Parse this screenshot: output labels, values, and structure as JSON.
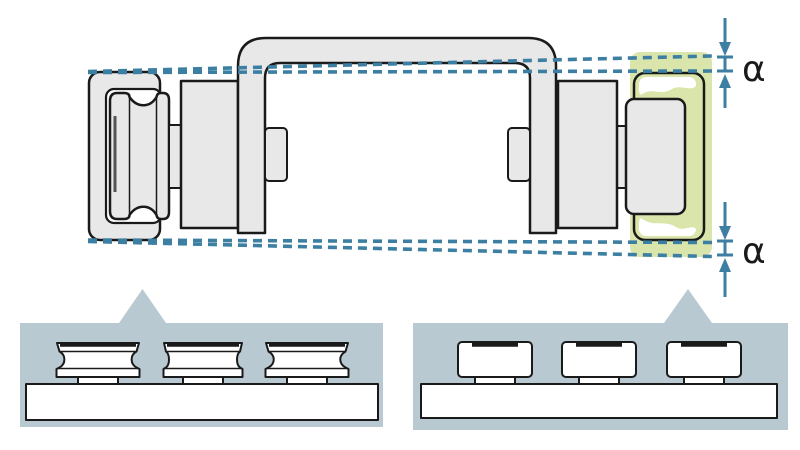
{
  "diagram": {
    "type": "technical-illustration",
    "subject": "guide-wheel-carriage-angular-compensation",
    "dimension_markers": [
      {
        "label": "α",
        "position": "top-right"
      },
      {
        "label": "α",
        "position": "bottom-right"
      }
    ],
    "reference_lines": {
      "style": "dashed",
      "pairs": 2
    },
    "highlight": {
      "side": "right",
      "color_key": "green"
    },
    "insets": {
      "left": {
        "roller_style": "concave",
        "roller_count": 3
      },
      "right": {
        "roller_style": "cylindrical",
        "roller_count": 3
      }
    },
    "colors": {
      "outline": "#1a1a1a",
      "part_fill": "#e8e8e8",
      "teal": "#3d7fa2",
      "green": "#d9e5ab",
      "panel": "#b9c9d2",
      "paper": "#ffffff"
    }
  }
}
